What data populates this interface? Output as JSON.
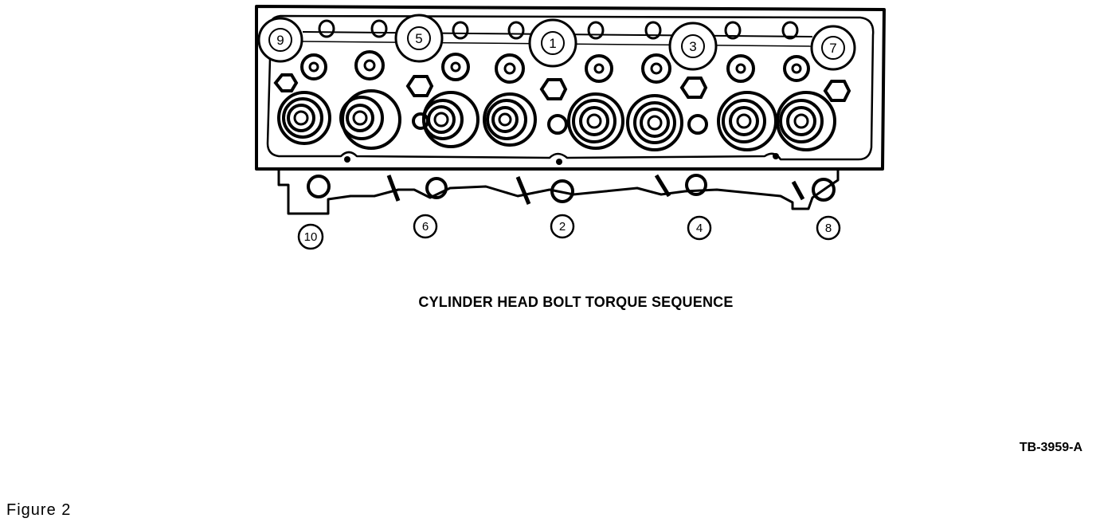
{
  "diagram": {
    "title": "CYLINDER HEAD BOLT TORQUE SEQUENCE",
    "document_code": "TB-3959-A",
    "figure_label": "Figure 2",
    "sequence_labels": {
      "1": "1",
      "2": "2",
      "3": "3",
      "4": "4",
      "5": "5",
      "6": "6",
      "7": "7",
      "8": "8",
      "9": "9",
      "10": "10"
    }
  }
}
